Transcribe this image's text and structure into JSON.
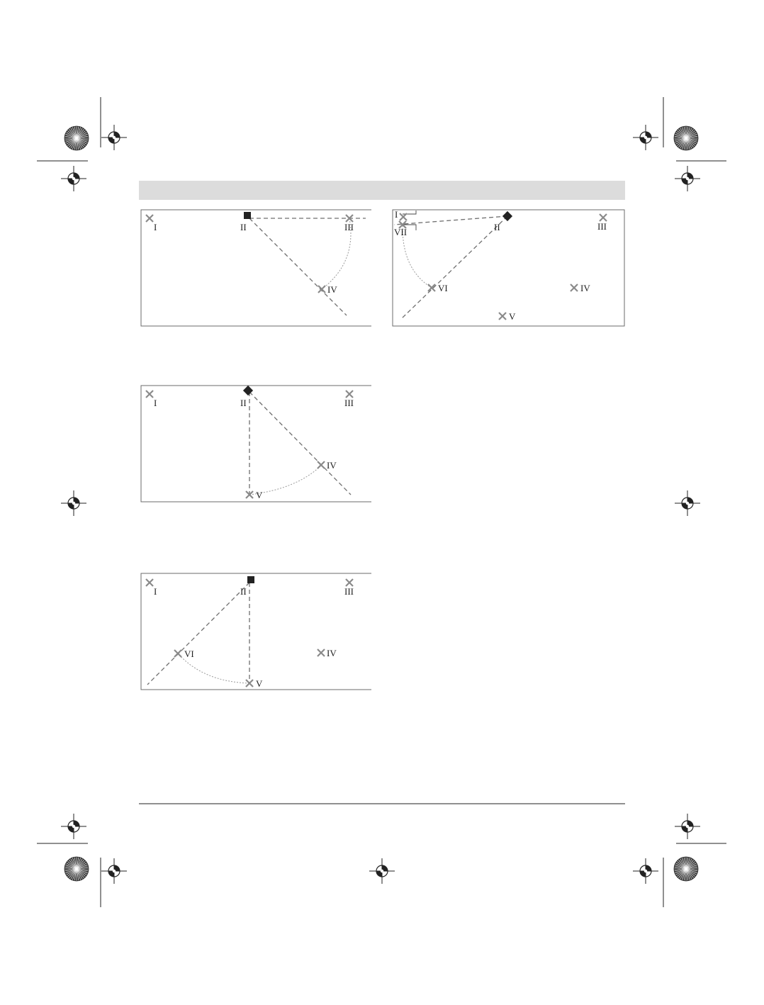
{
  "colors": {
    "ink": "#222222",
    "mark": "#8a8a8a",
    "dashed": "#6f6f6f",
    "arc": "#9a9a9a",
    "frame": "#6b6b6b",
    "header_band": "#dcdcdc",
    "reg_fill": "#3c3c3c"
  },
  "marker_icon": "laser-device-square",
  "diagrams": [
    {
      "id": "d1",
      "points": [
        {
          "label": "I"
        },
        {
          "label": "II"
        },
        {
          "label": "III"
        },
        {
          "label": "IV"
        }
      ]
    },
    {
      "id": "d2",
      "points": [
        {
          "label": "I"
        },
        {
          "label": "II"
        },
        {
          "label": "III"
        },
        {
          "label": "IV"
        },
        {
          "label": "V"
        }
      ]
    },
    {
      "id": "d3",
      "points": [
        {
          "label": "I"
        },
        {
          "label": "II"
        },
        {
          "label": "III"
        },
        {
          "label": "IV"
        },
        {
          "label": "V"
        },
        {
          "label": "VI"
        }
      ]
    },
    {
      "id": "d4",
      "points": [
        {
          "label": "I"
        },
        {
          "label": "VII"
        },
        {
          "label": "II"
        },
        {
          "label": "III"
        },
        {
          "label": "VI"
        },
        {
          "label": "IV"
        },
        {
          "label": "V"
        }
      ]
    }
  ]
}
